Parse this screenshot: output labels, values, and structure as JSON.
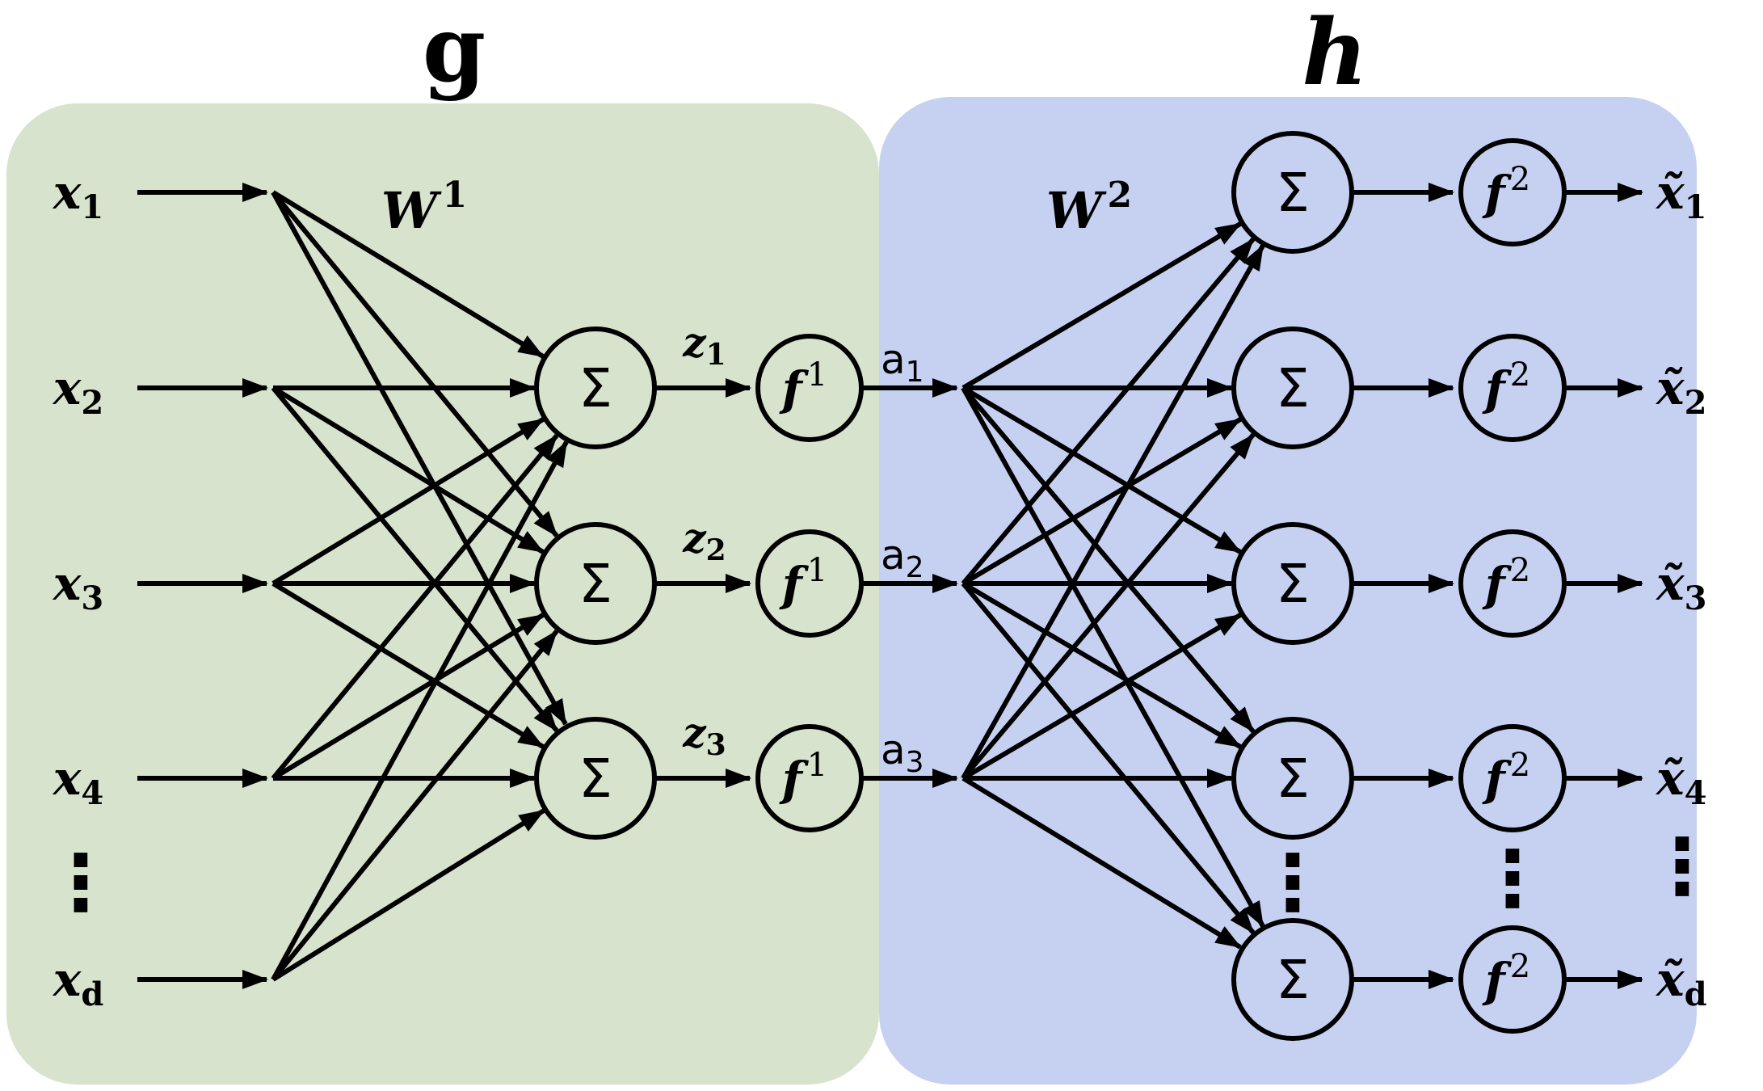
{
  "titles": {
    "encoder": "g",
    "decoder": "h"
  },
  "colors": {
    "encoder_bg": "#d7e3cd",
    "decoder_bg": "#c6d1f2",
    "stroke": "#000000"
  },
  "encoder": {
    "weight": {
      "base": "W",
      "sup": "1"
    },
    "inputs": [
      {
        "base": "x",
        "sub": "1"
      },
      {
        "base": "x",
        "sub": "2"
      },
      {
        "base": "x",
        "sub": "3"
      },
      {
        "base": "x",
        "sub": "4"
      },
      {
        "base": "x",
        "sub": "d"
      }
    ],
    "ellipsis": "⋮",
    "sum_symbol": "Σ",
    "activation": {
      "base": "f",
      "sup": "1"
    },
    "z_labels": [
      {
        "base": "z",
        "sub": "1"
      },
      {
        "base": "z",
        "sub": "2"
      },
      {
        "base": "z",
        "sub": "3"
      }
    ],
    "a_labels": [
      {
        "base": "a",
        "sub": "1"
      },
      {
        "base": "a",
        "sub": "2"
      },
      {
        "base": "a",
        "sub": "3"
      }
    ]
  },
  "decoder": {
    "weight": {
      "base": "W",
      "sup": "2"
    },
    "sum_symbol": "Σ",
    "activation": {
      "base": "f",
      "sup": "2"
    },
    "ellipsis": "⋮",
    "outputs": [
      {
        "base": "x̃",
        "sub": "1"
      },
      {
        "base": "x̃",
        "sub": "2"
      },
      {
        "base": "x̃",
        "sub": "3"
      },
      {
        "base": "x̃",
        "sub": "4"
      },
      {
        "base": "x̃",
        "sub": "d"
      }
    ]
  }
}
